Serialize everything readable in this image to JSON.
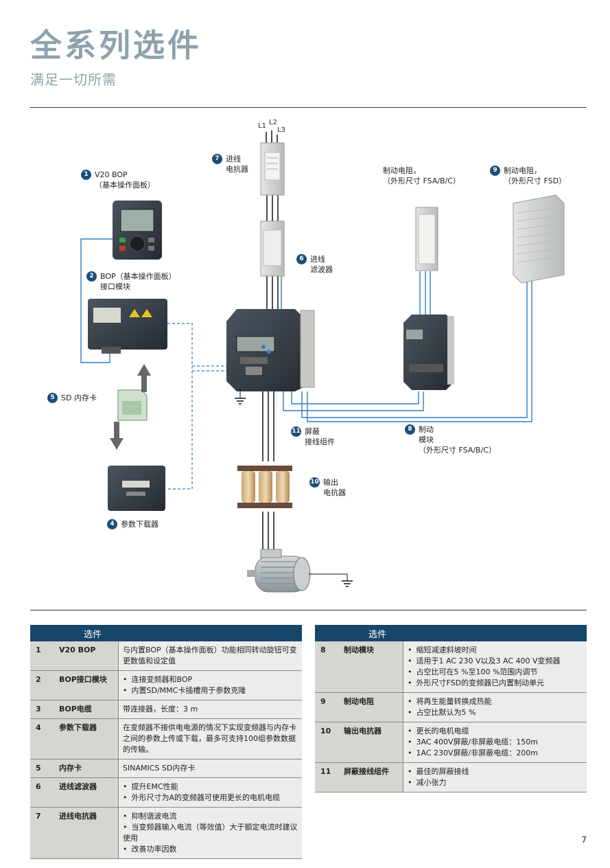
{
  "header": {
    "title": "全系列选件",
    "subtitle": "满足一切所需"
  },
  "diagram": {
    "phases": [
      "L1",
      "L2",
      "L3"
    ],
    "labels": [
      {
        "num": "1",
        "lines": [
          "V20 BOP",
          "（基本操作面板）"
        ]
      },
      {
        "num": "2",
        "lines": [
          "BOP（基本操作面板）",
          "接口模块"
        ]
      },
      {
        "num": "4",
        "lines": [
          "参数下载器"
        ]
      },
      {
        "num": "5",
        "lines": [
          "SD 内存卡"
        ]
      },
      {
        "num": "6",
        "lines": [
          "进线",
          "滤波器"
        ]
      },
      {
        "num": "7",
        "lines": [
          "进线",
          "电抗器"
        ]
      },
      {
        "num": "8",
        "lines": [
          "制动",
          "模块",
          "（外形尺寸 FSA/B/C）"
        ]
      },
      {
        "num": "9",
        "lines": [
          "制动电阻，",
          "（外形尺寸 FSD）"
        ]
      },
      {
        "num": "10",
        "lines": [
          "输出",
          "电抗器"
        ]
      },
      {
        "num": "11",
        "lines": [
          "屏蔽",
          "接线组件"
        ]
      },
      {
        "num": "",
        "lines": [
          "制动电阻，",
          "（外形尺寸 FSA/B/C）"
        ]
      }
    ]
  },
  "left_table": {
    "header": "选件",
    "rows": [
      {
        "no": "1",
        "name": "V20 BOP",
        "desc": "与内置BOP（基本操作面板）功能相同转动旋钮可变更数值和设定值",
        "items": []
      },
      {
        "no": "2",
        "name": "BOP接口模块",
        "desc": "",
        "items": [
          "连接变频器和BOP",
          "内置SD/MMC卡插槽用于参数克隆"
        ]
      },
      {
        "no": "3",
        "name": "BOP电缆",
        "desc": "带连接器，长度：3 m",
        "items": []
      },
      {
        "no": "4",
        "name": "参数下载器",
        "desc": "在变频器不接供电电源的情况下实现变频器与内存卡之间的参数上传或下载，最多可支持100组参数数据的传输。",
        "items": []
      },
      {
        "no": "5",
        "name": "内存卡",
        "desc": "SINAMICS SD内存卡",
        "items": []
      },
      {
        "no": "6",
        "name": "进线滤波器",
        "desc": "",
        "items": [
          "提升EMC性能",
          "外形尺寸为A的变频器可使用更长的电机电缆"
        ]
      },
      {
        "no": "7",
        "name": "进线电抗器",
        "desc": "",
        "items": [
          "抑制谐波电流",
          "当变频器输入电流（等效值）大于额定电流时建议使用",
          "改善功率因数"
        ]
      }
    ]
  },
  "right_table": {
    "header": "选件",
    "rows": [
      {
        "no": "8",
        "name": "制动模块",
        "items": [
          "缩短减速斜坡时间",
          "适用于1 AC 230 V以及3 AC 400 V变频器",
          "占空比可在5 %至100 %范围内调节",
          "外形尺寸FSD的变频器已内置制动单元"
        ]
      },
      {
        "no": "9",
        "name": "制动电阻",
        "items": [
          "将再生能量转换成热能",
          "占空比默认为5 %"
        ]
      },
      {
        "no": "10",
        "name": "输出电抗器",
        "items": [
          "更长的电机电缆",
          "3AC 400V屏蔽/非屏蔽电缆：150m",
          "1AC 230V屏蔽/非屏蔽电缆：200m"
        ]
      },
      {
        "no": "11",
        "name": "屏蔽接线组件",
        "items": [
          "最佳的屏蔽接线",
          "减小张力"
        ]
      }
    ]
  },
  "page_number": "7",
  "colors": {
    "accent": "#17466b",
    "title": "#8da2ac",
    "wire_blue": "#2b7fc0"
  }
}
